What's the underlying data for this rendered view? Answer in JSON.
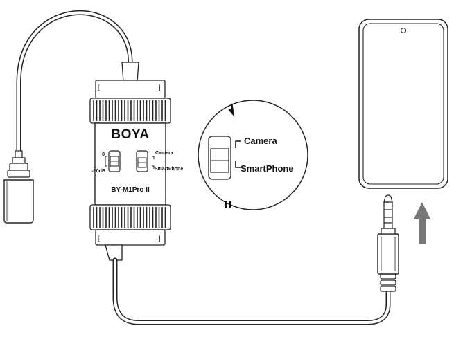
{
  "device": {
    "brand": "BOYA",
    "model": "BY-M1Pro II",
    "gain_switch": {
      "top_label": "0",
      "bottom_label": "-10dB"
    },
    "output_switch": {
      "top_label": "Camera",
      "bottom_label": "SmartPhone"
    }
  },
  "zoom_callout": {
    "top_label": "Camera",
    "bottom_label": "SmartPhone"
  },
  "arrow": {
    "direction": "up"
  }
}
